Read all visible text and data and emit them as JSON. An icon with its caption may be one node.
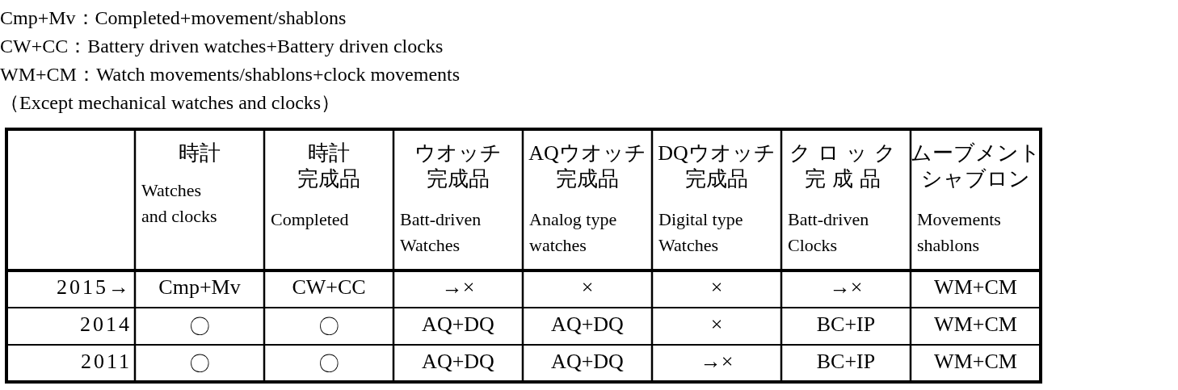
{
  "diagram": {
    "labels": [
      "Cmp+Mv：Completed+movement/shablons",
      "CW+CC：Battery driven watches+Battery driven clocks",
      "WM+CM：Watch movements/shablons+clock movements",
      "（Except mechanical watches and clocks）",
      "時計",
      "Watches and clocks",
      "時計完成品",
      "Completed",
      "ウオッチ完成品",
      "Batt-driven Watches",
      "AQウオッチ完成品",
      "Analog type watches",
      "DQウオッチ完成品",
      "Digital type Watches",
      "クロック完成品",
      "Batt-driven Clocks",
      "ムーブメントシャブロン",
      "Movements shablons",
      "2015→",
      "Cmp+Mv",
      "CW+CC",
      "→×",
      "×",
      "×",
      "→×",
      "WM+CM",
      "2014",
      "〇",
      "〇",
      "AQ+DQ",
      "AQ+DQ",
      "×",
      "BC+IP",
      "WM+CM",
      "2011",
      "〇",
      "〇",
      "AQ+DQ",
      "AQ+DQ",
      "→×",
      "BC+IP",
      "WM+CM"
    ]
  }
}
